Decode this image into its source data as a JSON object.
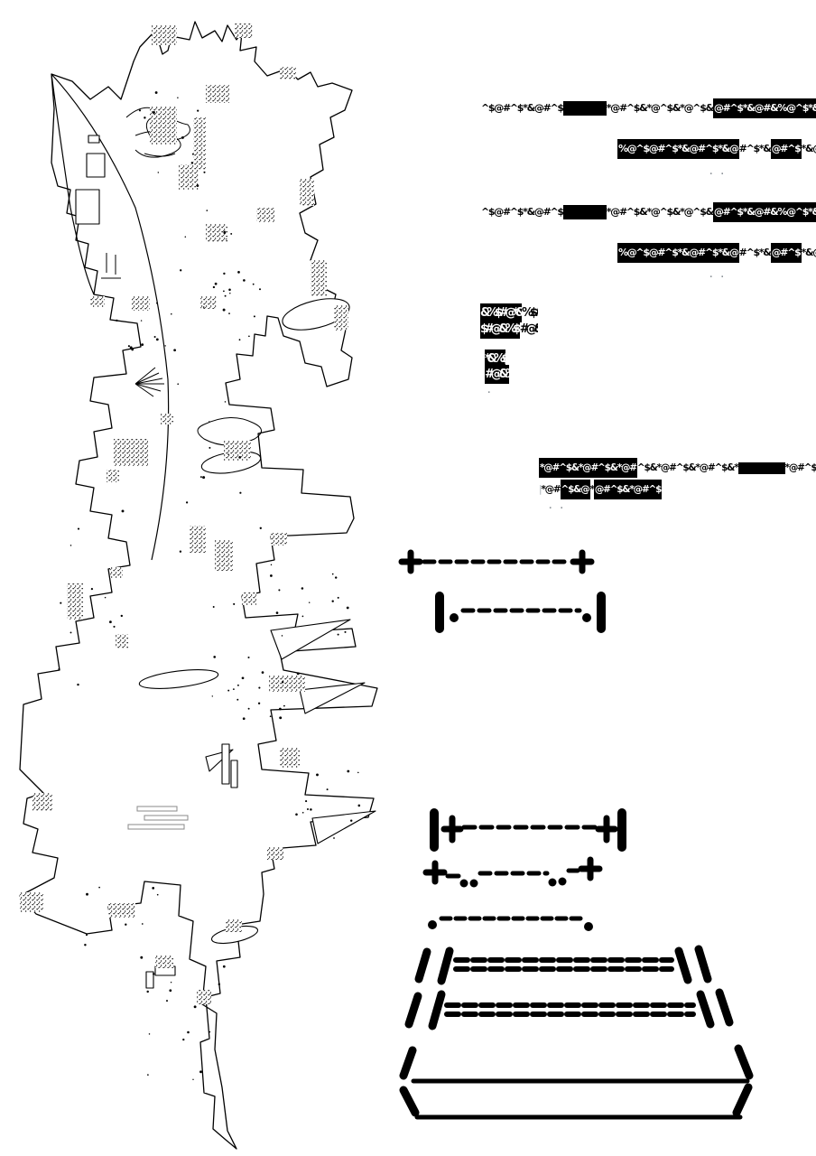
{
  "colors": {
    "ink": "#000000",
    "paper": "#ffffff",
    "muted": "#a9b0b6"
  },
  "paragraphs": {
    "para1": {
      "line1": [
        {
          "t": "^$@#^$*&@#^$",
          "s": "p"
        },
        {
          "t": "",
          "s": "r",
          "w": 48
        },
        {
          "t": "*@#^$&*@^$&*@^$&",
          "s": "p"
        },
        {
          "t": "@#^$*&@#&%@^$*&@#^$@",
          "s": "i"
        },
        {
          "t": " ",
          "s": "p"
        },
        {
          "t": "*&",
          "s": "i"
        }
      ],
      "line2": [
        {
          "t": "%@^$@#^$*&@#^$*&@",
          "s": "i"
        },
        {
          "t": "#^$*&",
          "s": "p"
        },
        {
          "t": "@#^$",
          "s": "i"
        },
        {
          "t": "*&@ ",
          "s": "p"
        },
        {
          "t": "\\\\",
          "s": "g"
        }
      ],
      "mark": ". ."
    },
    "para2": {
      "line1": [
        {
          "t": "^$@#^$*&@#^$",
          "s": "p"
        },
        {
          "t": "",
          "s": "r",
          "w": 48
        },
        {
          "t": "*@#^$&*@^$&*@^$&",
          "s": "p"
        },
        {
          "t": "@#^$*&@#&%@^$*&@#^$@",
          "s": "i"
        },
        {
          "t": " ",
          "s": "p"
        },
        {
          "t": "*&",
          "s": "i"
        }
      ],
      "line2": [
        {
          "t": "%@^$@#^$*&@#^$*&@",
          "s": "i"
        },
        {
          "t": "#^$*&",
          "s": "p"
        },
        {
          "t": "@#^$",
          "s": "i"
        },
        {
          "t": "*&@ ",
          "s": "p"
        },
        {
          "t": "\\\\",
          "s": "g"
        }
      ],
      "mark": ". ."
    }
  },
  "blocks": {
    "block_a": {
      "rows": [
        [
          {
            "t": "&%$#@*&",
            "s": "i"
          },
          {
            "t": "%$#@&%",
            "s": "p"
          },
          {
            "t": "@&%$",
            "s": "i"
          },
          {
            "t": "#@&",
            "s": "p"
          }
        ],
        [
          {
            "t": "$#@&%$*",
            "s": "i"
          },
          {
            "t": "#@&%$#",
            "s": "p"
          },
          {
            "t": "%$#@",
            "s": "i"
          },
          {
            "t": "&%$",
            "s": "p"
          }
        ]
      ]
    },
    "block_b": {
      "rows": [
        [
          {
            "t": "*&%$",
            "s": "i"
          }
        ],
        [
          {
            "t": "#@&%",
            "s": "i"
          }
        ]
      ],
      "mark": "."
    },
    "block_c": {
      "line1": [
        {
          "t": "*@#^$&*@#^$&*@#",
          "s": "i"
        },
        {
          "t": "^$&*@#^$&*@#^$&*",
          "s": "p"
        },
        {
          "t": "",
          "s": "r",
          "w": 52
        },
        {
          "t": "*@#^$&",
          "s": "p"
        }
      ],
      "line2": [
        {
          "t": "| ",
          "s": "g"
        },
        {
          "t": "*@#",
          "s": "p"
        },
        {
          "t": "^$&@",
          "s": "i"
        },
        {
          "t": "*",
          "s": "p"
        },
        {
          "t": "@#^$&*@#^$",
          "s": "i"
        }
      ],
      "mark": ". ."
    }
  },
  "legend": {
    "symbols": [
      {
        "name": "dashed-line-with-plus-ends"
      },
      {
        "name": "dashed-line-with-dot-and-bar-ends"
      },
      {
        "name": "dashed-line-with-plus-and-bar-ends"
      },
      {
        "name": "dashed-line-with-plus-and-double-dot-ends"
      },
      {
        "name": "dashed-line-with-dot-ends"
      },
      {
        "name": "double-dashed-band-with-slash-ends-short"
      },
      {
        "name": "double-dashed-band-with-slash-ends-long"
      },
      {
        "name": "solid-line-with-outward-slash-ends"
      },
      {
        "name": "solid-line-with-inward-slash-ends"
      }
    ]
  }
}
